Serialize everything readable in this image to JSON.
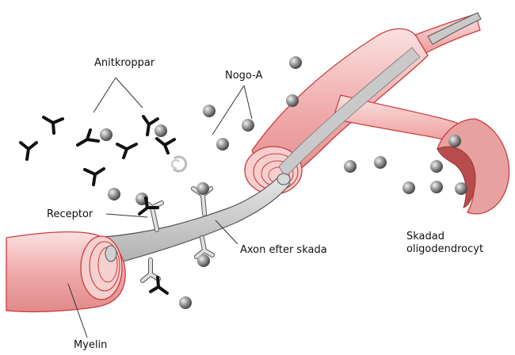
{
  "labels": {
    "antibodies": "Anitkroppar",
    "nogo": "Nogo-A",
    "receptor": "Receptor",
    "axon": "Axon efter skada",
    "oligo_line1": "Skadad",
    "oligo_line2": "oligodendrocyt",
    "myelin": "Myelin"
  },
  "colors": {
    "myelin_fill": "#f3c6c6",
    "myelin_stroke": "#cc3b3b",
    "axon_fill": "#c9c9c9",
    "axon_stroke": "#555555",
    "particle": "#8a8a8a",
    "antibody": "#111111",
    "leader": "#333333"
  }
}
